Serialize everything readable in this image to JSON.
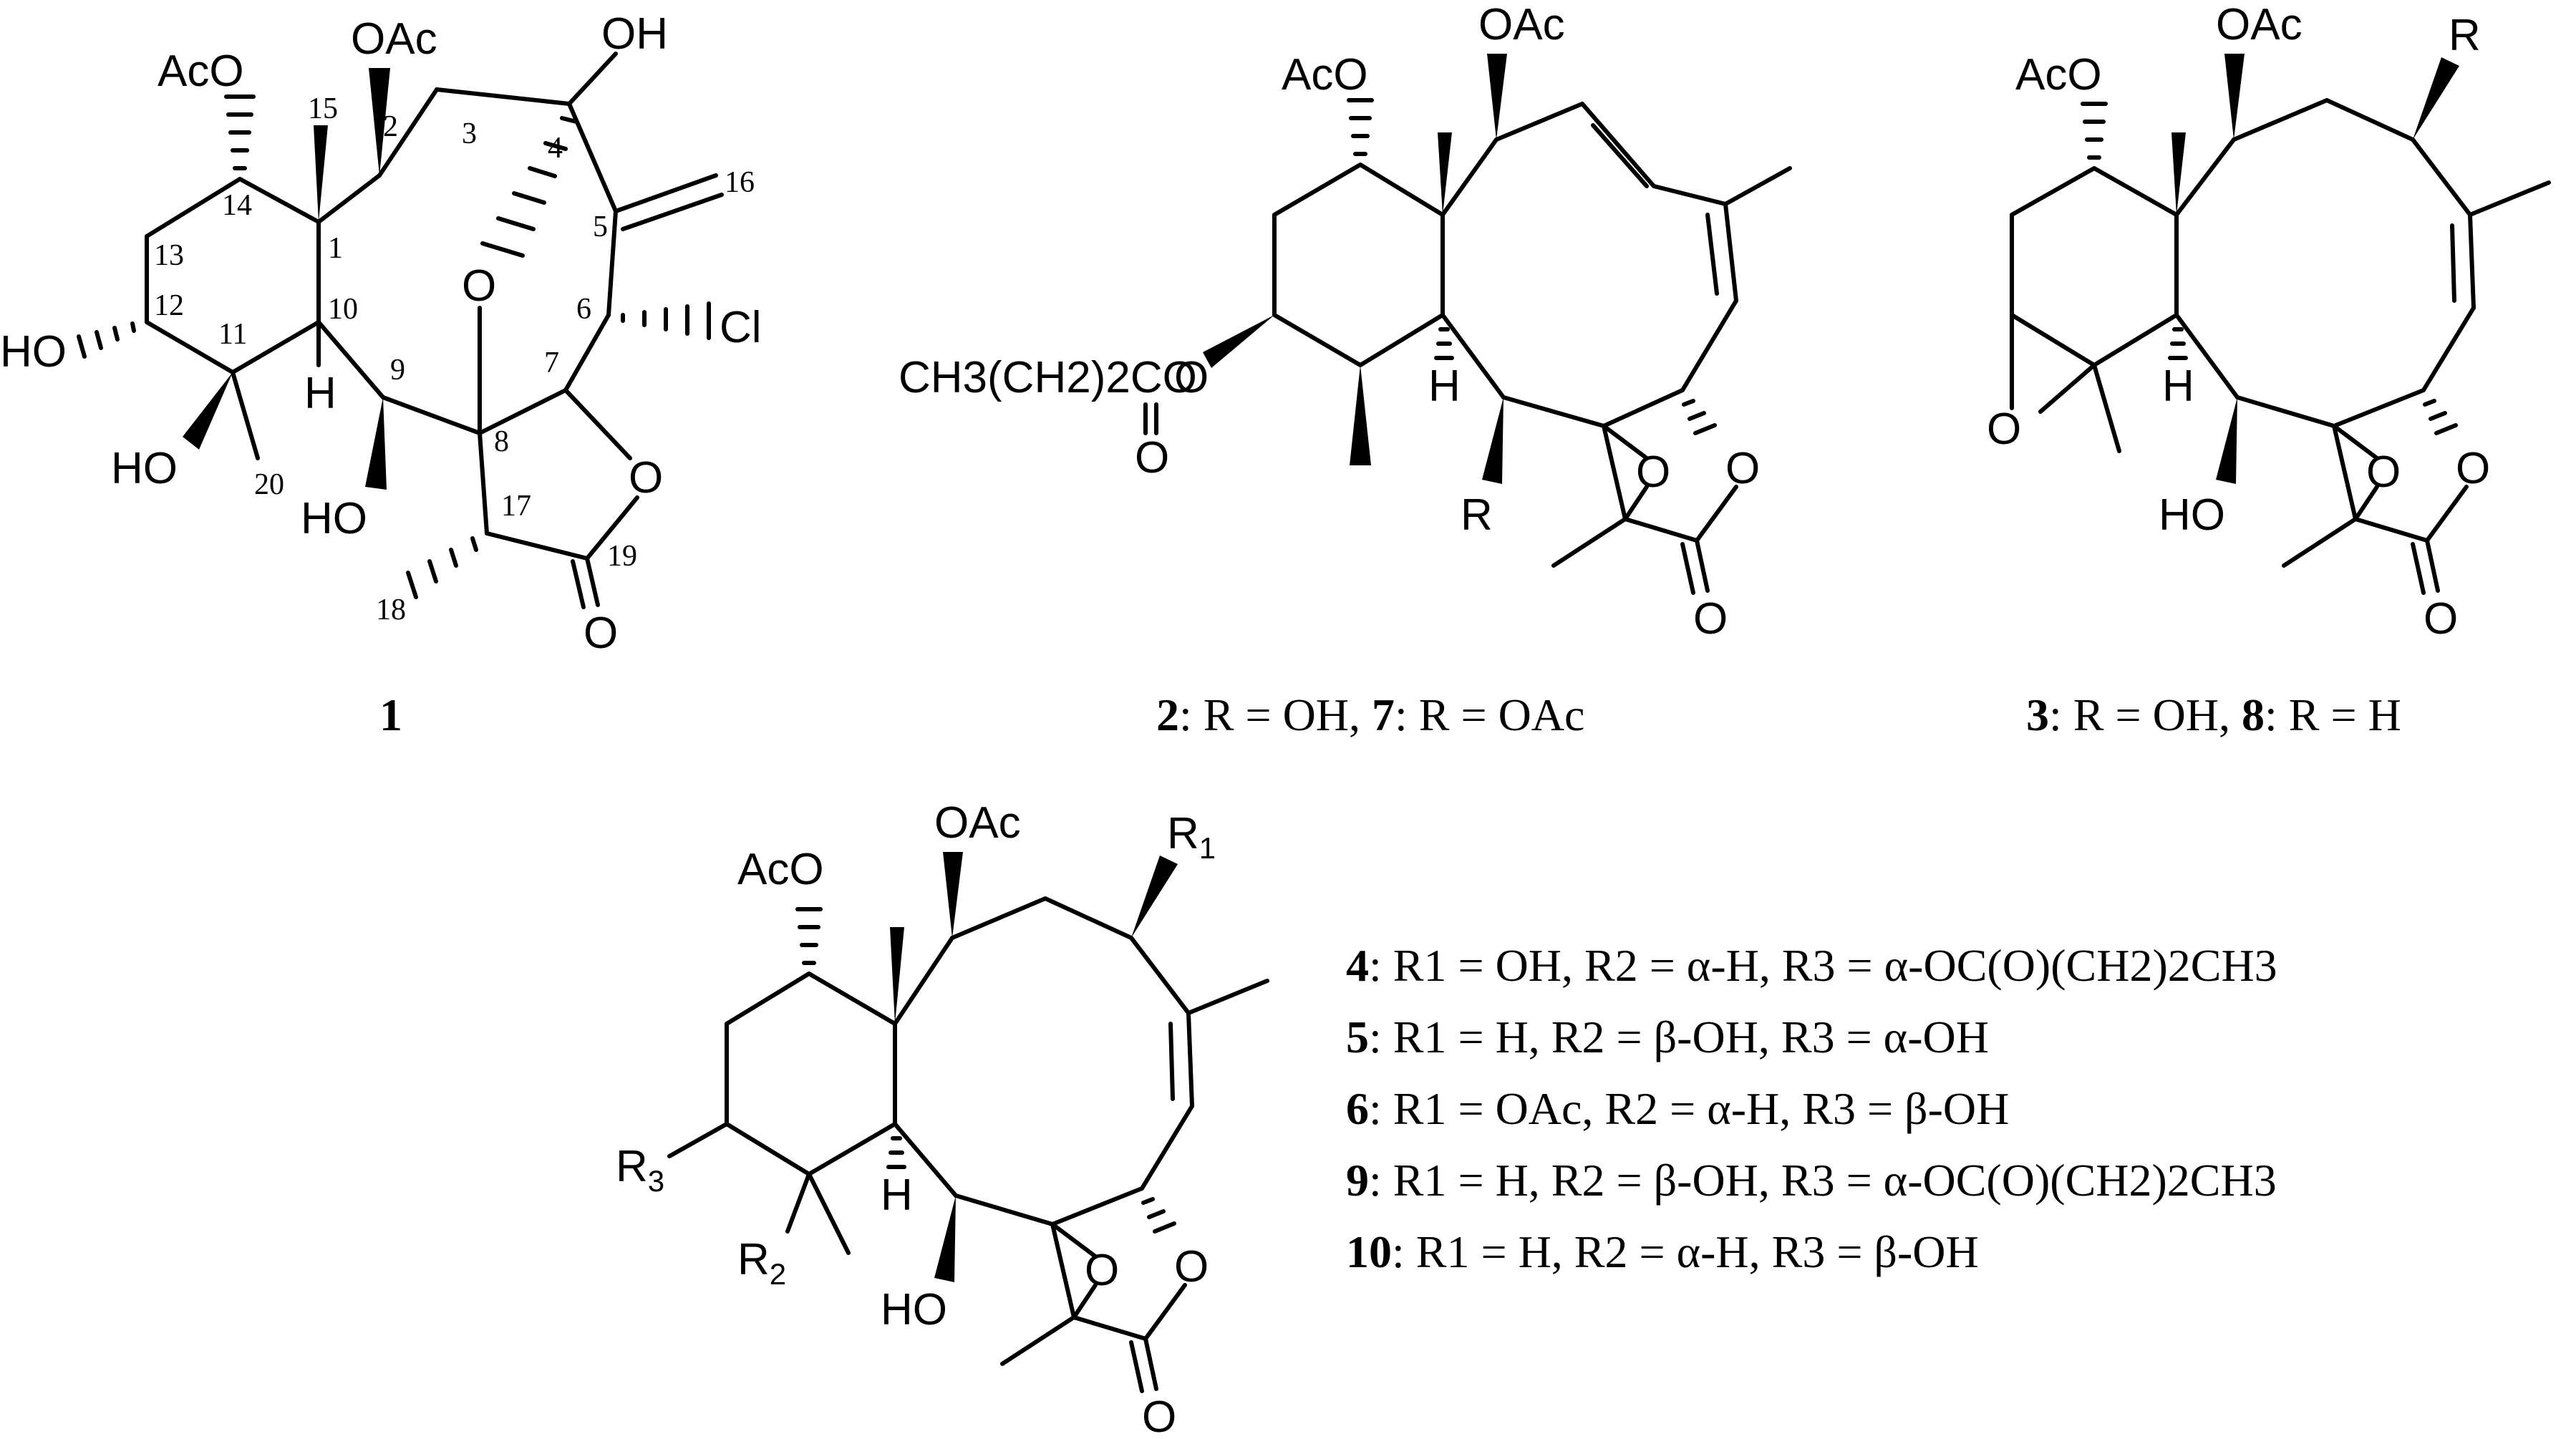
{
  "atoms": {
    "oac": "OAc",
    "aco": "AcO",
    "oh": "OH",
    "ho": "HO",
    "h": "H",
    "o": "O",
    "cl": "Cl",
    "r": "R",
    "r1": "R",
    "r2": "R",
    "r3": "R",
    "sub1": "1",
    "sub2": "2",
    "sub3": "3",
    "butyrate": "CH3(CH2)2CO"
  },
  "numbering": [
    "1",
    "2",
    "3",
    "4",
    "5",
    "6",
    "7",
    "8",
    "9",
    "10",
    "11",
    "12",
    "13",
    "14",
    "15",
    "16",
    "17",
    "18",
    "19",
    "20"
  ],
  "captions": {
    "c1": "1",
    "c2_num": "2",
    "c2_text": ": R = OH, ",
    "c7_num": "7",
    "c7_text": ": R = OAc",
    "c3_num": "3",
    "c3_text": ": R = OH, ",
    "c8_num": "8",
    "c8_text": ": R = H"
  },
  "legend": [
    {
      "num": "4",
      "text": ": R1 = OH, R2 = α-H, R3 = α-OC(O)(CH2)2CH3"
    },
    {
      "num": "5",
      "text": ": R1 = H, R2 = β-OH, R3 = α-OH"
    },
    {
      "num": "6",
      "text": ": R1 = OAc, R2 = α-H, R3 = β-OH"
    },
    {
      "num": "9",
      "text": ": R1 = H, R2 = β-OH, R3 = α-OC(O)(CH2)2CH3"
    },
    {
      "num": "10",
      "text": ": R1 = H, R2 = α-H, R3 = β-OH"
    }
  ]
}
